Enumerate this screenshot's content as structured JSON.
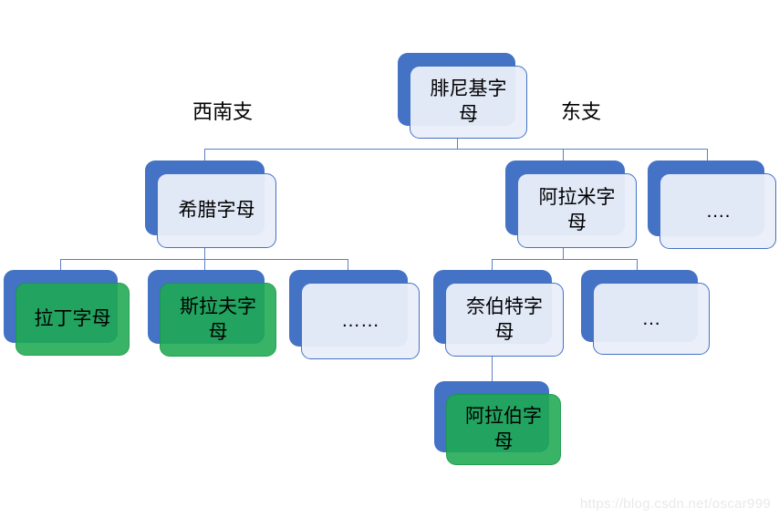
{
  "diagram": {
    "title_context": "Phoenician alphabet family tree",
    "branch_labels": {
      "southwest": "西南支",
      "east": "东支"
    },
    "nodes": {
      "phoenician": {
        "label": "腓尼基字母",
        "style": "light"
      },
      "greek": {
        "label": "希腊字母",
        "style": "light"
      },
      "aramaic": {
        "label": "阿拉米字母",
        "style": "light"
      },
      "east_more": {
        "label": "….",
        "style": "light"
      },
      "latin": {
        "label": "拉丁字母",
        "style": "green"
      },
      "slavic": {
        "label": "斯拉夫字母",
        "style": "green"
      },
      "greek_more": {
        "label": "……",
        "style": "light"
      },
      "nabataean": {
        "label": "奈伯特字母",
        "style": "light"
      },
      "aramaic_more": {
        "label": "…",
        "style": "light"
      },
      "arabic": {
        "label": "阿拉伯字母",
        "style": "green"
      }
    },
    "hierarchy": [
      {
        "parent": "phoenician",
        "children": [
          "greek",
          "aramaic",
          "east_more"
        ]
      },
      {
        "parent": "greek",
        "children": [
          "latin",
          "slavic",
          "greek_more"
        ]
      },
      {
        "parent": "aramaic",
        "children": [
          "nabataean",
          "aramaic_more"
        ]
      },
      {
        "parent": "nabataean",
        "children": [
          "arabic"
        ]
      }
    ],
    "colors": {
      "shadow_blue": "#4472C4",
      "light_fill": "#EAEEF9",
      "green_fill": "#22A957",
      "connector_line": "#5B80C5",
      "text": "#000000"
    }
  },
  "watermark": {
    "text": "https://blog.csdn.net/oscar999"
  }
}
